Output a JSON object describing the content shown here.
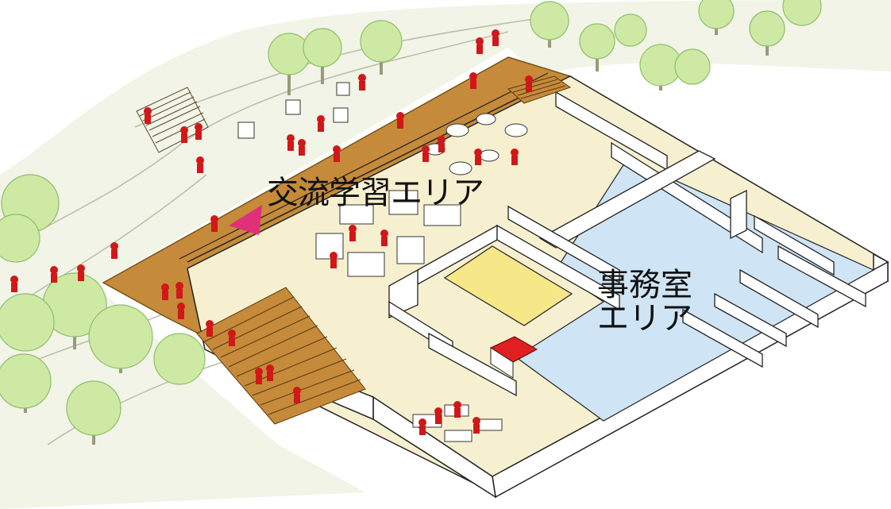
{
  "labels": {
    "exchange_area": "交流学習エリア",
    "office_area_line1": "事務室",
    "office_area_line2": "エリア"
  },
  "colors": {
    "ground": "#f1f4e6",
    "path_line": "#b9bea8",
    "deck": "#c58a3a",
    "deck_edge": "#7a5418",
    "floor": "#f7f0d0",
    "wall": "#ffffff",
    "wall_line": "#222222",
    "office_floor": "#cfe4f4",
    "meeting_floor": "#f6e789",
    "red_block": "#e02020",
    "people": "#d01818",
    "tree_canopy": "#cde9a4",
    "tree_canopy_edge": "#8fbf6b",
    "tree_trunk": "#9a9a7a",
    "pointer": "#e0307a"
  }
}
